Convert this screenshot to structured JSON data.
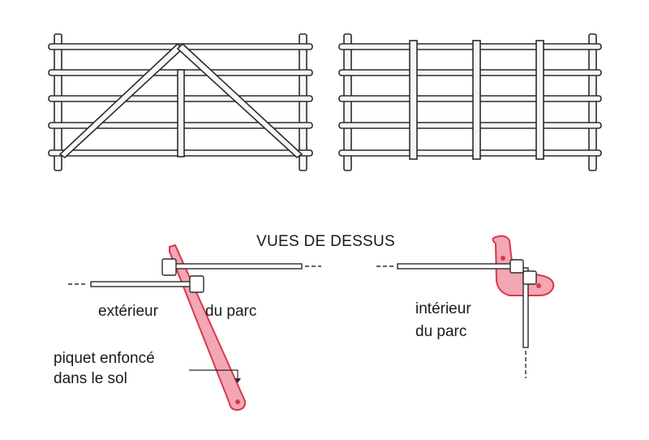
{
  "diagram": {
    "top_view_title": "VUES DE DESSUS",
    "left_view": {
      "label_a": "extérieur",
      "label_b": "du parc",
      "stake_label_line1": "piquet enfoncé",
      "stake_label_line2": "dans le sol"
    },
    "right_view": {
      "label_line1": "intérieur",
      "label_line2": "du parc"
    },
    "colors": {
      "ink": "#2b2b2b",
      "stake_red": "#d8394b",
      "stake_fill": "#f3a6b3",
      "wood_fill": "#f7f7f5"
    }
  }
}
